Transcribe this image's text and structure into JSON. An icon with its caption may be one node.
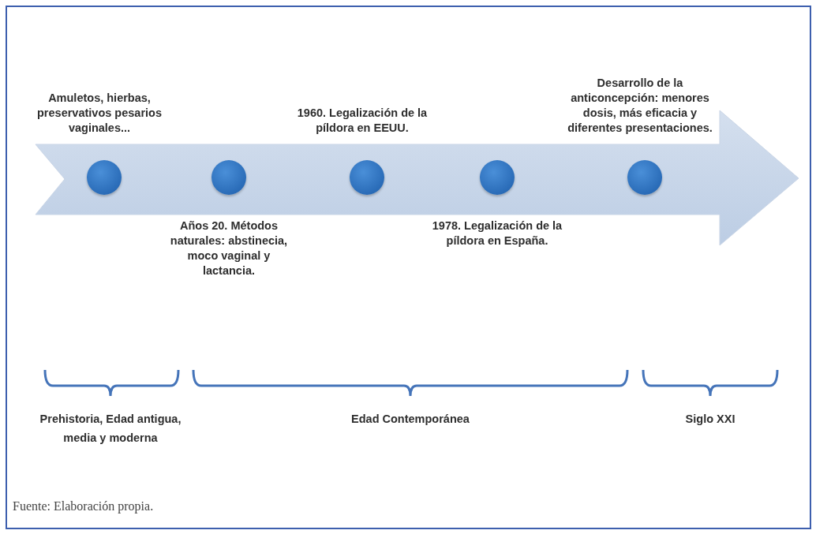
{
  "diagram": {
    "caption": "Fuente: Elaboración propia.",
    "nodes": [
      {
        "text": [],
        "shape": "circle",
        "beside": [
          "Amuletos, hierbas, preservativos pesarios vaginales..."
        ]
      },
      {
        "text": [],
        "shape": "circle",
        "beside": [
          "Años 20. Métodos naturales: abstinecia, moco vaginal y lactancia."
        ]
      },
      {
        "text": [],
        "shape": "circle",
        "beside": [
          "1960. Legalización de la píldora en EEUU."
        ]
      },
      {
        "text": [],
        "shape": "circle",
        "beside": [
          "1978. Legalización de la píldora en España."
        ]
      },
      {
        "text": [],
        "shape": "circle",
        "beside": [
          "Desarrollo de la anticoncepción: menores dosis, más eficacia y diferentes presentaciones."
        ]
      }
    ],
    "edges": [],
    "labels": [
      "Prehistoria, Edad antigua, media y moderna",
      "Edad Contemporánea",
      "Siglo XXI"
    ]
  }
}
